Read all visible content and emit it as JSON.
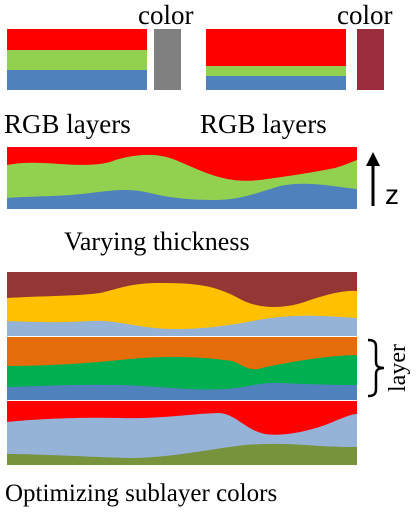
{
  "labels": {
    "color_left": "color",
    "color_right": "color",
    "rgb_left": "RGB layers",
    "rgb_right": "RGB layers",
    "z_axis": "z",
    "varying": "Varying thickness",
    "layer": "layer",
    "optimizing": "Optimizing sublayer colors"
  },
  "colors": {
    "red": "#FF0000",
    "green": "#92D050",
    "blue": "#4F81BD",
    "gray_swatch": "#808080",
    "maroon_swatch": "#9B2D3F",
    "dark_red": "#943634",
    "yellow": "#FFC000",
    "light_blue": "#95B3D7",
    "orange": "#E46C0A",
    "mid_green": "#00B050",
    "olive": "#77933C"
  }
}
